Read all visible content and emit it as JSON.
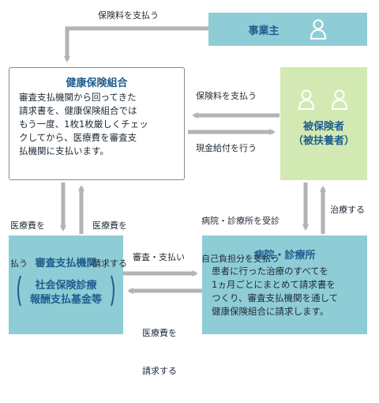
{
  "nodes": {
    "employer": {
      "title": "事業主",
      "icon": "person-icon"
    },
    "insurer": {
      "title": "健康保険組合",
      "lines": [
        "審査支払機関から回ってきた",
        "請求書を、健康保険組合では",
        "もう一度、1枚1枚厳しくチェッ",
        "クしてから、医療費を審査支",
        "払機関に支払います。"
      ]
    },
    "insured": {
      "title_lines": [
        "被保険者",
        "（被扶養者）"
      ],
      "icon": "two-persons-icon"
    },
    "review_agency": {
      "title": "審査支払機関",
      "subtitle_lines": [
        "社会保険診療",
        "報酬支払基金等"
      ]
    },
    "hospital": {
      "title": "病院・診療所",
      "lines": [
        "患者に行った治療のすべてを",
        "1ヵ月ごとにまとめて請求書を",
        "つくり、審査支払機関を通して",
        "健康保険組合に請求します。"
      ]
    }
  },
  "flows": {
    "employer_to_insurer": "保険料を支払う",
    "insured_to_insurer": "保険料を支払う",
    "insurer_to_insured": "現金給付を行う",
    "insurer_to_review": [
      "医療費を",
      "払う"
    ],
    "review_to_insurer": [
      "医療費を",
      "請求する"
    ],
    "insured_to_hospital": [
      "病院・診療所を受診",
      "自己負担分を支払う"
    ],
    "hospital_to_insured": "治療する",
    "review_to_hospital": "審査・支払い",
    "hospital_to_review": [
      "医療費を",
      "請求する"
    ]
  },
  "colors": {
    "teal": "#8fcdd6",
    "green": "#d3e9b3",
    "arrow": "#b3b3b3",
    "title_blue": "#1f5d8f"
  }
}
